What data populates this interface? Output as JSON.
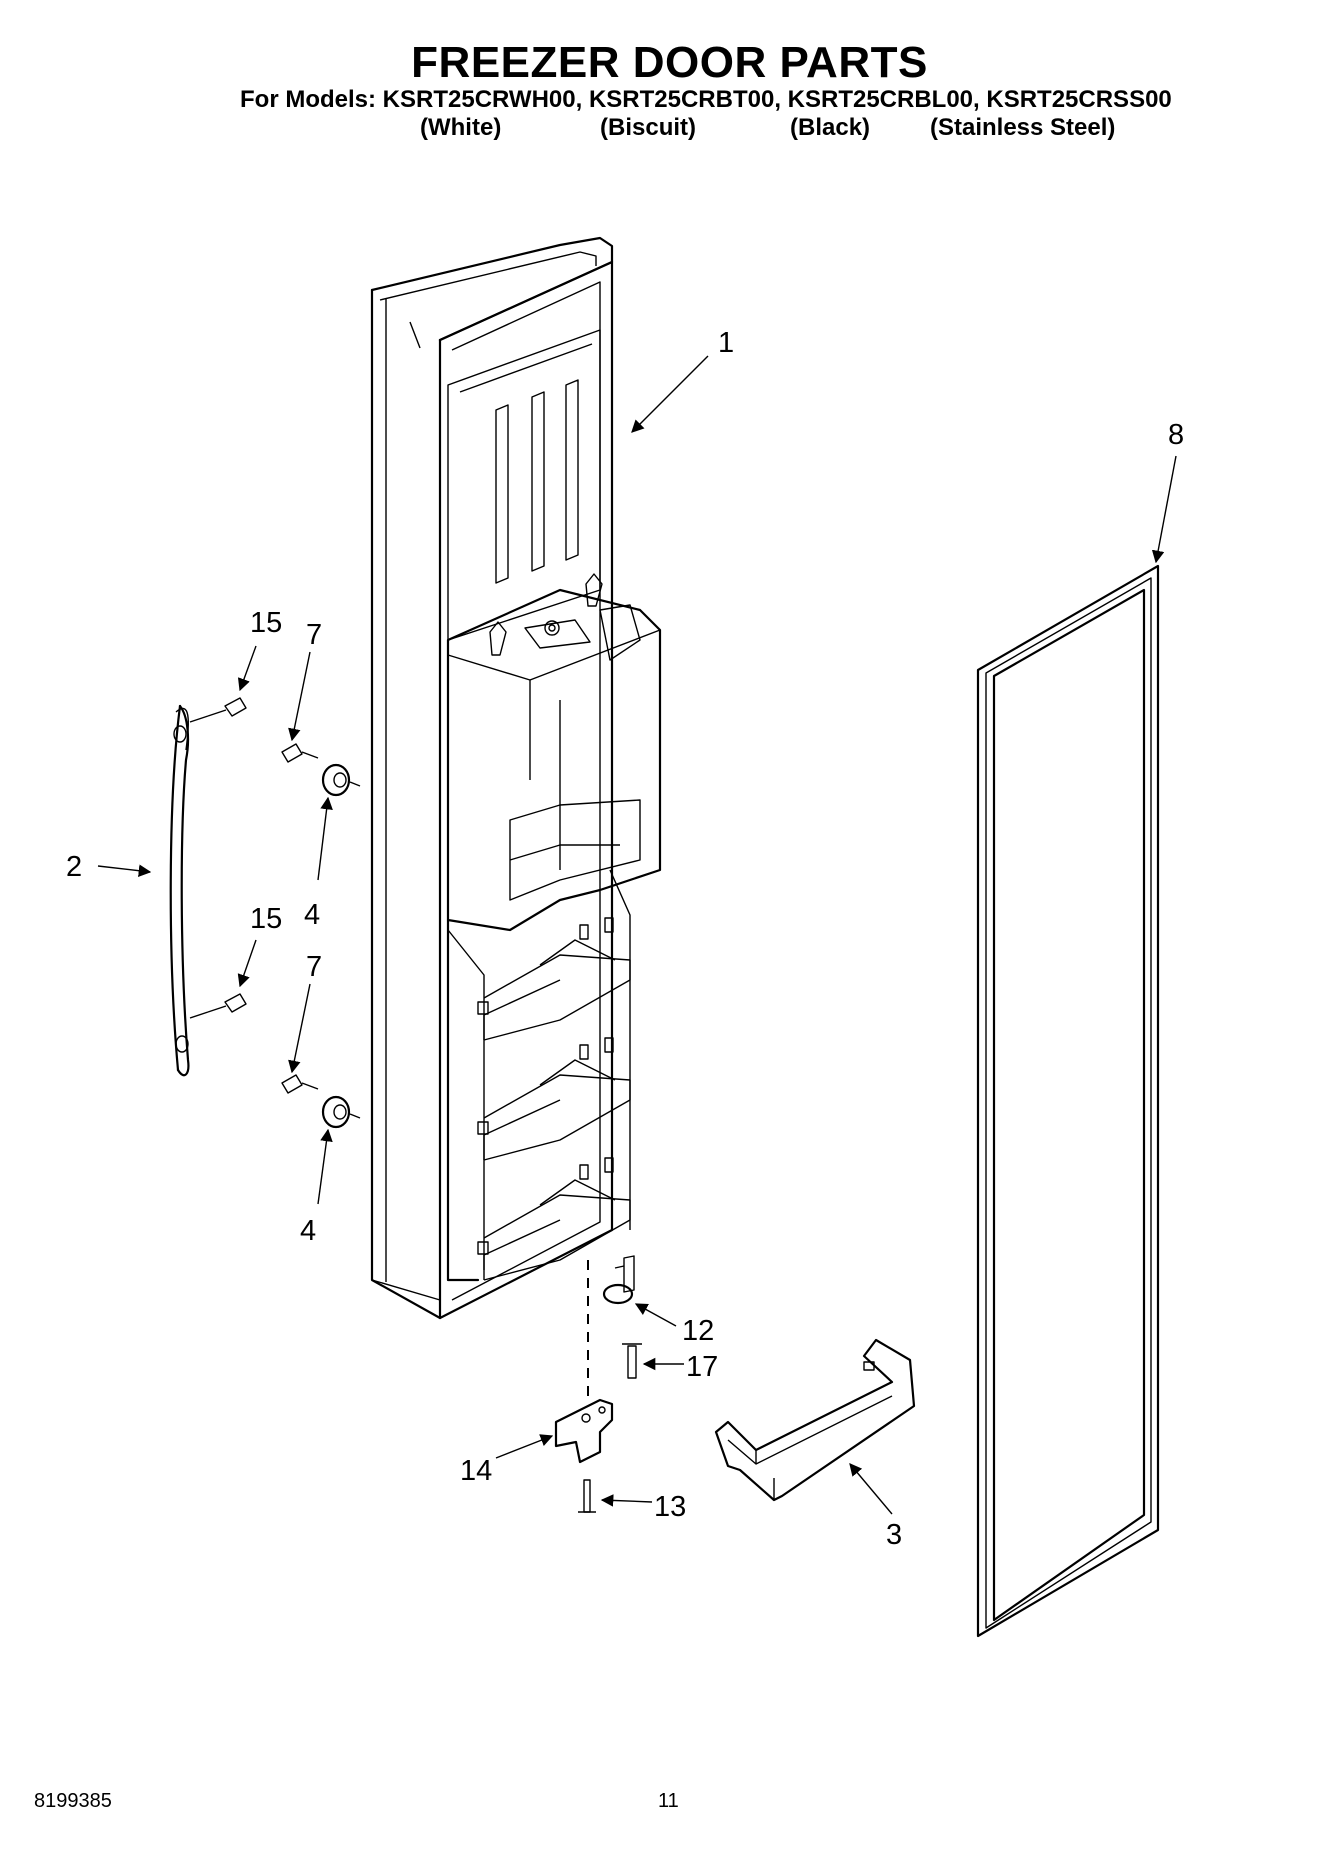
{
  "header": {
    "title": "FREEZER DOOR PARTS",
    "models_line": "For Models: KSRT25CRWH00, KSRT25CRBT00, KSRT25CRBL00, KSRT25CRSS00",
    "variants": [
      "(White)",
      "(Biscuit)",
      "(Black)",
      "(Stainless Steel)"
    ]
  },
  "callouts": {
    "c1": "1",
    "c2": "2",
    "c3": "3",
    "c4a": "4",
    "c4b": "4",
    "c7a": "7",
    "c7b": "7",
    "c8": "8",
    "c12": "12",
    "c13": "13",
    "c14": "14",
    "c15a": "15",
    "c15b": "15",
    "c17": "17"
  },
  "footer": {
    "doc_number": "8199385",
    "page_number": "11"
  }
}
